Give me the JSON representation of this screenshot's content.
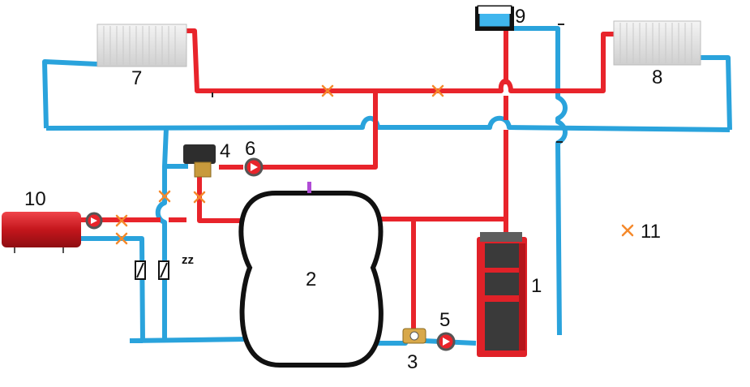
{
  "colors": {
    "hot": "#e8242b",
    "cold": "#2aa3dc",
    "valve": "#f5892b",
    "tank": "#111111",
    "boiler": "#e02128",
    "radiator": "#e6e6e6"
  },
  "labels": {
    "boiler": "1",
    "tank": "2",
    "mixing_valve": "3",
    "zone_valve": "4",
    "pump_boiler": "5",
    "pump_heating": "6",
    "radiator_left": "7",
    "radiator_right": "8",
    "expansion_tank": "9",
    "water_heater": "10",
    "legend_valve": "11",
    "check_valves": "zz"
  },
  "icons": {
    "pump": "circulation-pump-icon",
    "valve": "shutoff-valve-icon",
    "check_valve": "check-valve-icon"
  }
}
